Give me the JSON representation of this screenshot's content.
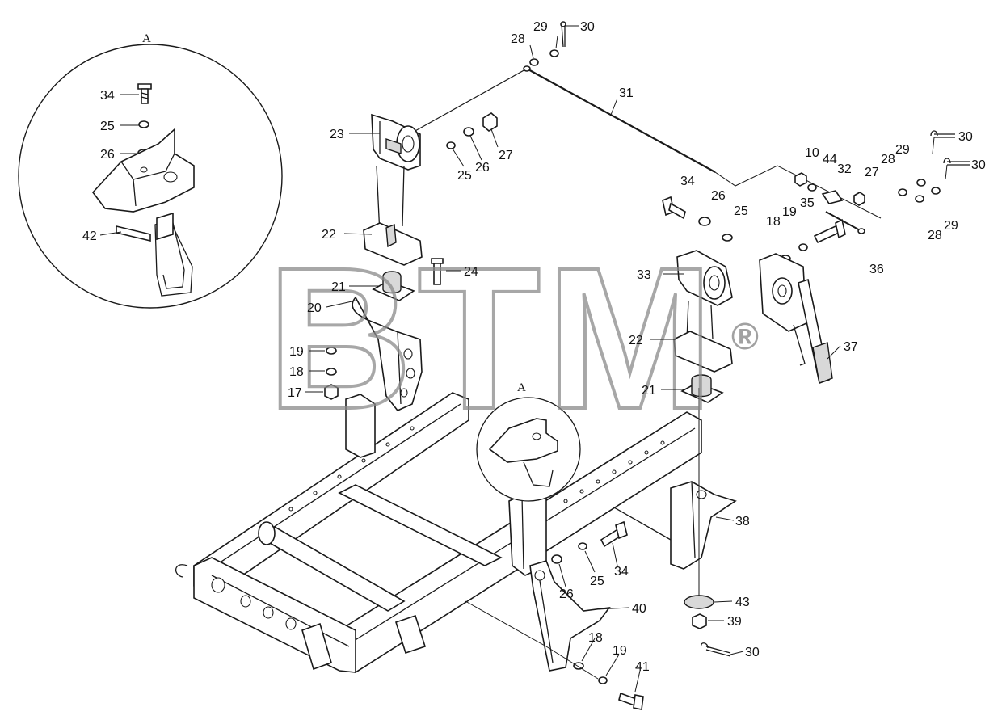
{
  "detail_title": "A",
  "inset_title": "A",
  "watermark": {
    "letters": "BTM",
    "registered": "®",
    "color": "#8a8a8a"
  },
  "callouts": [
    "34",
    "25",
    "26",
    "42",
    "28",
    "29",
    "30",
    "31",
    "23",
    "25",
    "26",
    "27",
    "22",
    "24",
    "21",
    "20",
    "19",
    "18",
    "17",
    "30",
    "30",
    "10",
    "44",
    "32",
    "27",
    "28",
    "29",
    "34",
    "26",
    "25",
    "35",
    "19",
    "18",
    "28",
    "29",
    "36",
    "33",
    "22",
    "21",
    "37",
    "38",
    "26",
    "25",
    "34",
    "40",
    "18",
    "19",
    "41",
    "43",
    "39",
    "30"
  ]
}
